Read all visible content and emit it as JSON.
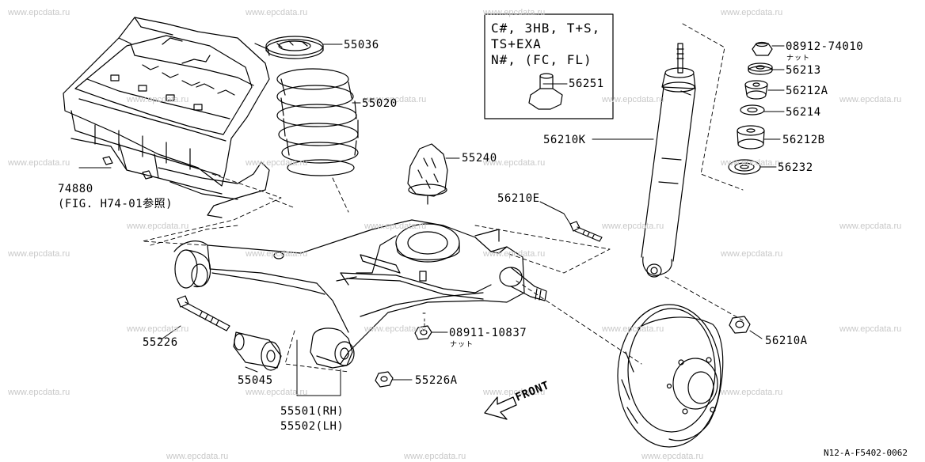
{
  "watermark": "www.epcdata.ru",
  "note_box": {
    "line1": "C#, 3HB, T+S,",
    "line2": "TS+EXA",
    "line3": "N#, (FC, FL)",
    "part": "56251"
  },
  "parts": {
    "p55036": "55036",
    "p55020": "55020",
    "p55240": "55240",
    "p74880": "74880",
    "p74880_ref": "(FIG. H74-01参照)",
    "p56210E": "56210E",
    "p56210K": "56210K",
    "p08912": "08912-74010",
    "p08912_sub": "ナット",
    "p56213": "56213",
    "p56212A": "56212A",
    "p56214": "56214",
    "p56212B": "56212B",
    "p56232": "56232",
    "p55226": "55226",
    "p08911": "08911-10837",
    "p08911_sub": "ナット",
    "p55045": "55045",
    "p55226A": "55226A",
    "p55501": "55501(RH)",
    "p55502": "55502(LH)",
    "p56210A": "56210A"
  },
  "front_label": "FRONT",
  "figure_code": "N12-A-F5402-0062"
}
